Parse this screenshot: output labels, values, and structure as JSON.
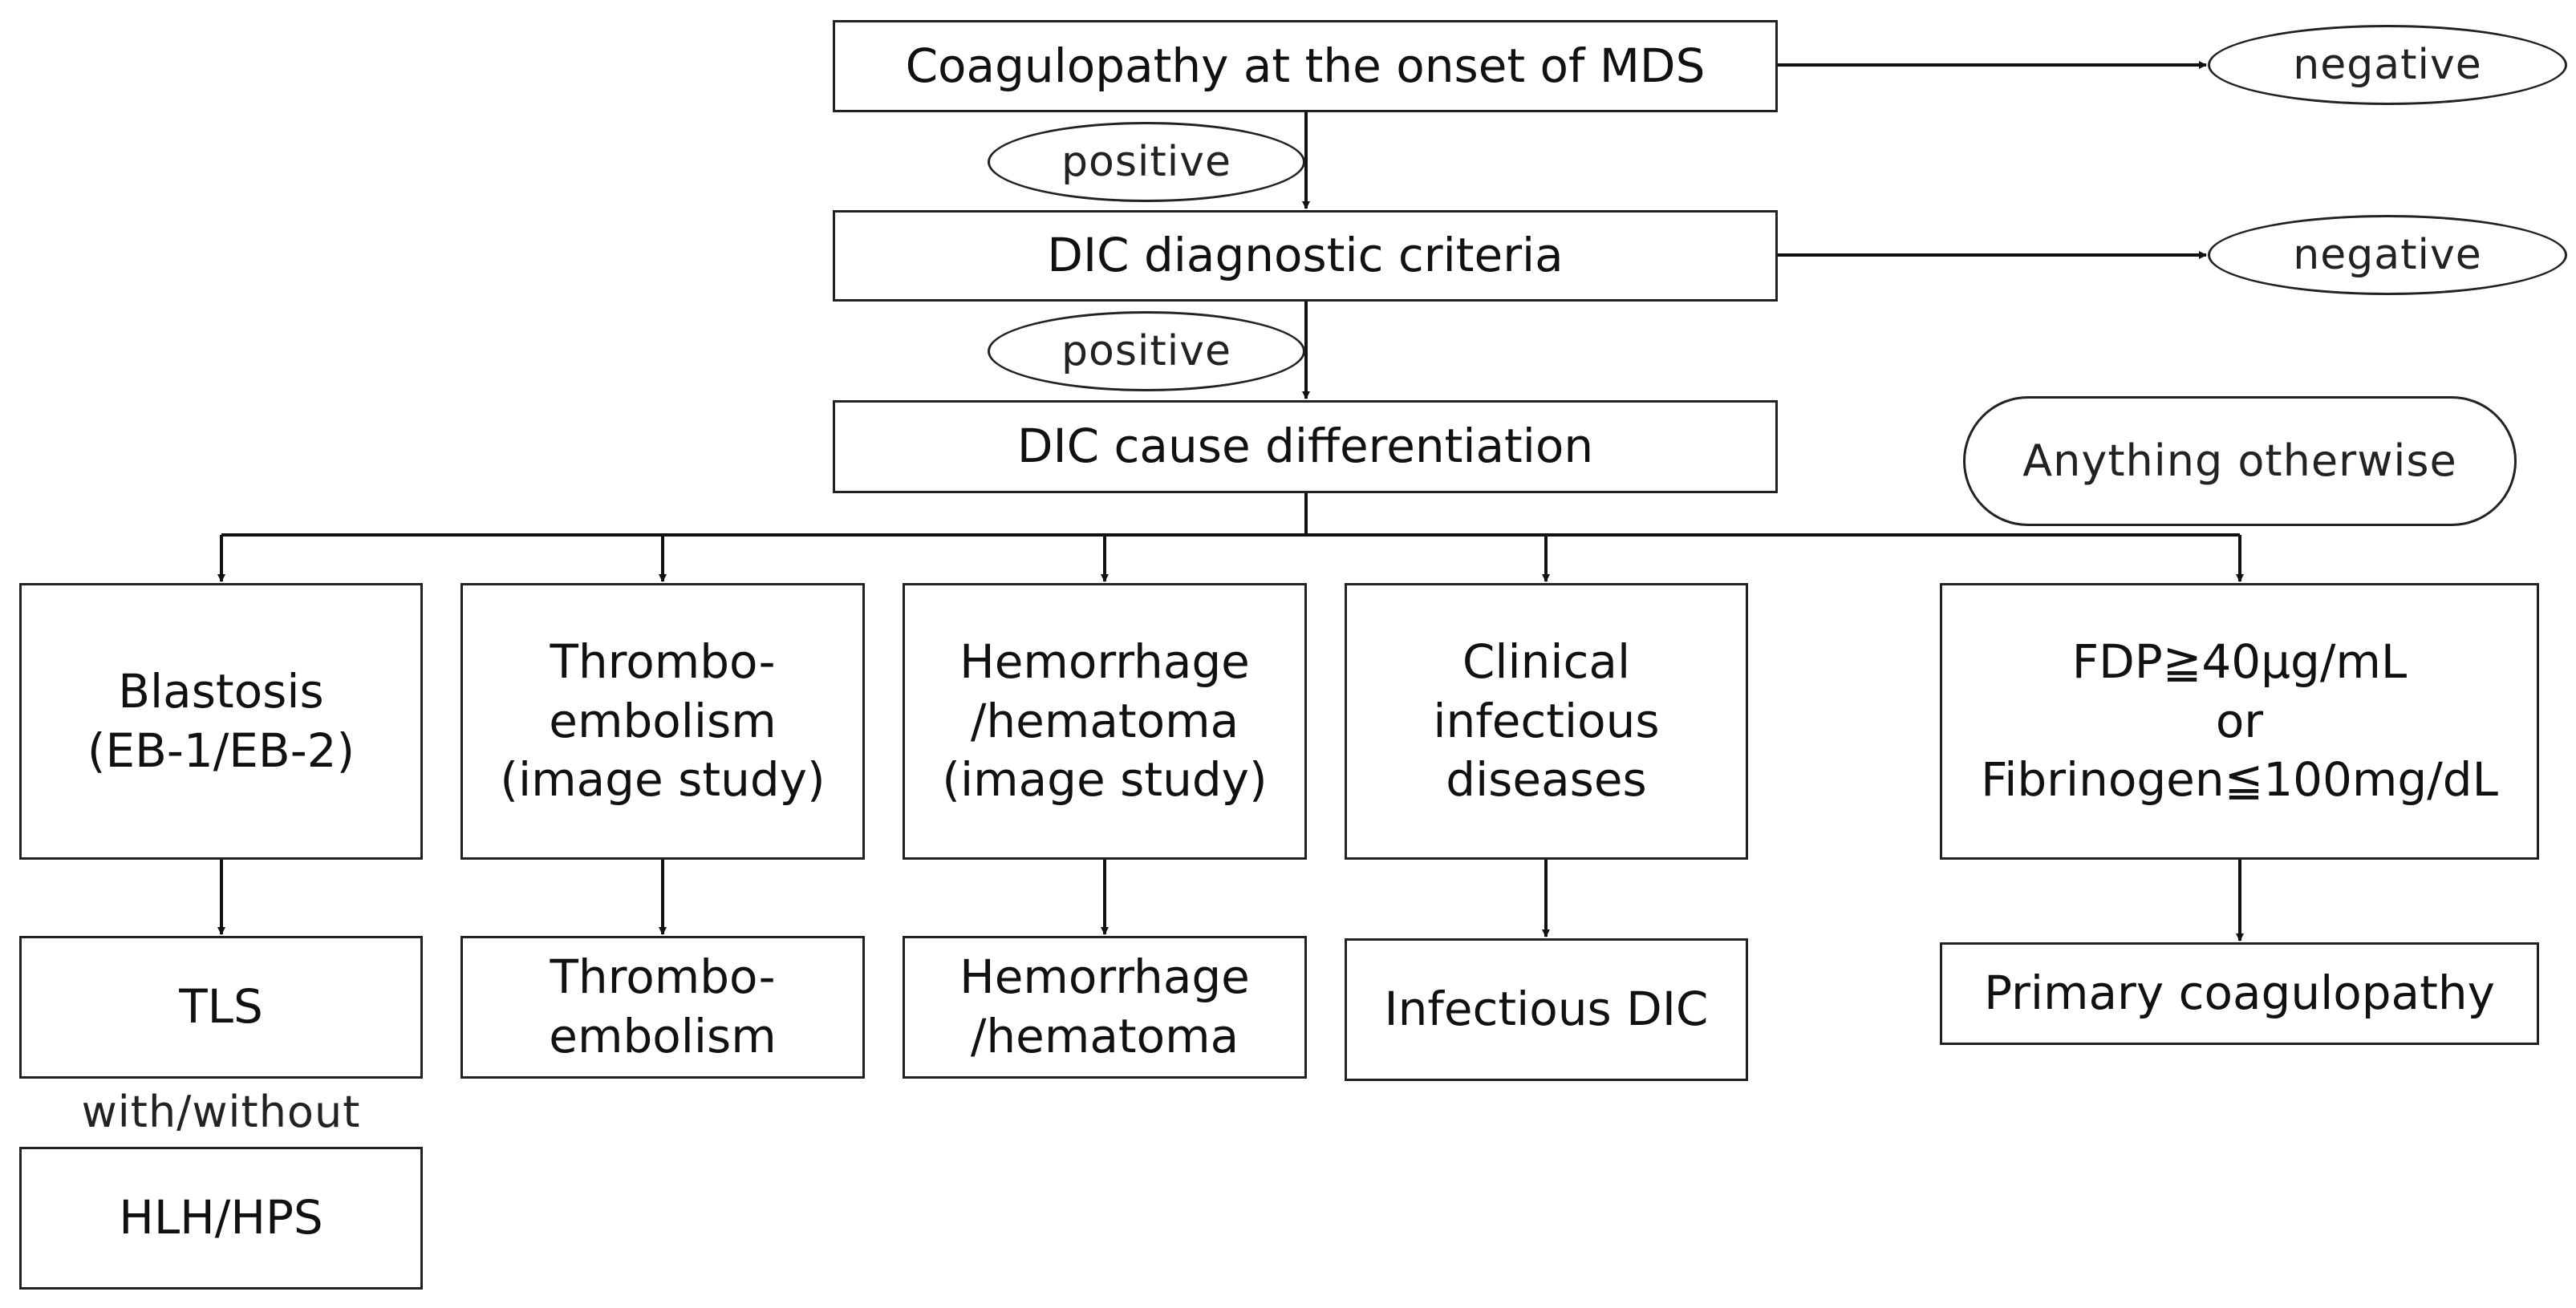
{
  "nodes": {
    "onset": "Coagulopathy at the onset of MDS",
    "negative_1": "negative",
    "positive_1": "positive",
    "criteria": "DIC diagnostic criteria",
    "negative_2": "negative",
    "positive_2": "positive",
    "cause": "DIC cause differentiation",
    "anything_otherwise": "Anything otherwise",
    "blastosis": "Blastosis\n(EB-1/EB-2)",
    "thrombo_img": "Thrombo-\nembolism\n(image study)",
    "hemorrhage_img": "Hemorrhage\n/hematoma\n(image study)",
    "infectious_clin": "Clinical\ninfectious\ndiseases",
    "fdp": "FDP≧40μg/mL\nor\nFibrinogen≦100mg/dL",
    "tls": "TLS",
    "with_without": "with/without",
    "hlh": "HLH/HPS",
    "thrombo": "Thrombo-\nembolism",
    "hemorrhage": "Hemorrhage\n/hematoma",
    "infectious_dic": "Infectious DIC",
    "primary": "Primary coagulopathy"
  }
}
